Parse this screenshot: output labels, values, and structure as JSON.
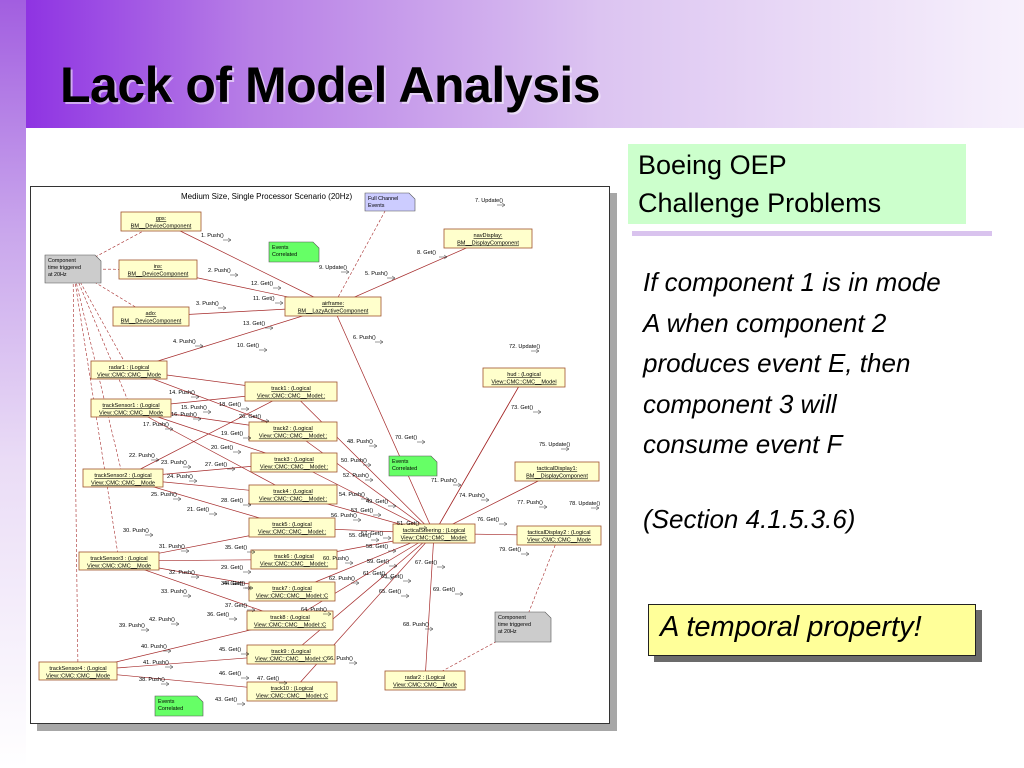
{
  "slide": {
    "title": "Lack of Model Analysis",
    "callout": {
      "line1": "Boeing OEP",
      "line2": "Challenge Problems"
    },
    "quote": [
      "If component 1 is in mode",
      "A when component 2",
      "produces event E, then",
      "component 3 will",
      "consume event F"
    ],
    "section_ref": "(Section 4.1.5.3.6)",
    "highlight": "A temporal property!"
  },
  "colors": {
    "accent": "#8a2be2",
    "callout_bg": "#ccffcc",
    "highlight_bg": "#ffff99",
    "box_fill": "#ffffcc",
    "box_border": "#a0522d",
    "link": "#a52a2a",
    "note_green": "#66ff66",
    "note_blue": "#ccccff",
    "note_gray": "#cccccc"
  },
  "diagram": {
    "title": "Medium Size, Single Processor Scenario (20Hz)",
    "components": [
      {
        "name": "gps",
        "l1": "gps:",
        "l2": "BM__DeviceComponent"
      },
      {
        "name": "ins",
        "l1": "ins:",
        "l2": "BM__DeviceComponent"
      },
      {
        "name": "ado",
        "l1": "ado:",
        "l2": "BM__DeviceComponent"
      },
      {
        "name": "airframe",
        "l1": "airframe:",
        "l2": "BM__LazyActiveComponent"
      },
      {
        "name": "navdisplay",
        "l1": "navDisplay:",
        "l2": "BM__DisplayComponent"
      },
      {
        "name": "radar1",
        "l1": "radar1 : (Logical",
        "l2": "View::CMC::CMC__Mode"
      },
      {
        "name": "tracksensor1",
        "l1": "trackSensor1 : (Logical",
        "l2": "View::CMC::CMC__Mode"
      },
      {
        "name": "tracksensor2",
        "l1": "trackSensor2 : (Logical",
        "l2": "View::CMC::CMC__Mode"
      },
      {
        "name": "tracksensor3",
        "l1": "trackSensor3 : (Logical",
        "l2": "View::CMC::CMC__Mode"
      },
      {
        "name": "tracksensor4",
        "l1": "trackSensor4 : (Logical",
        "l2": "View::CMC::CMC__Mode"
      },
      {
        "name": "track1",
        "l1": "track1 : (Logical",
        "l2": "View::CMC::CMC__Model::"
      },
      {
        "name": "track2",
        "l1": "track2 : (Logical",
        "l2": "View::CMC::CMC__Model::"
      },
      {
        "name": "track3",
        "l1": "track3 : (Logical",
        "l2": "View::CMC::CMC__Model::"
      },
      {
        "name": "track4",
        "l1": "track4 : (Logical",
        "l2": "View::CMC::CMC__Model::"
      },
      {
        "name": "track5",
        "l1": "track5 : (Logical",
        "l2": "View::CMC::CMC__Model::"
      },
      {
        "name": "track6",
        "l1": "track6 : (Logical",
        "l2": "View::CMC::CMC__Model::"
      },
      {
        "name": "track7",
        "l1": "track7 : (Logical",
        "l2": "View::CMC::CMC__Model::C"
      },
      {
        "name": "track8",
        "l1": "track8 : (Logical",
        "l2": "View::CMC::CMC__Model::C"
      },
      {
        "name": "track9",
        "l1": "track9 : (Logical",
        "l2": "View::CMC::CMC__Model::C"
      },
      {
        "name": "track10",
        "l1": "track10 : (Logical",
        "l2": "View::CMC::CMC__Model::C"
      },
      {
        "name": "tacticalsteering",
        "l1": "tacticalSteering : (Logical",
        "l2": "View::CMC::CMC__Model:"
      },
      {
        "name": "hud",
        "l1": "hud : (Logical",
        "l2": "View::CMC::CMC__Model"
      },
      {
        "name": "tacticaldisplay1",
        "l1": "tacticalDisplay1:",
        "l2": "BM__DisplayComponent"
      },
      {
        "name": "tacticaldisplay2",
        "l1": "tacticalDisplay2 : (Logical",
        "l2": "View::CMC::CMC__Mode"
      },
      {
        "name": "radar2",
        "l1": "radar2 : (Logical",
        "l2": "View::CMC::CMC__Mode"
      }
    ],
    "notes": [
      {
        "name": "full-channel",
        "l1": "Full Channel",
        "l2": "Events",
        "l3": ""
      },
      {
        "name": "events-correlated-1",
        "l1": "Events",
        "l2": "Correlated",
        "l3": ""
      },
      {
        "name": "events-correlated-2",
        "l1": "Events",
        "l2": "Correlated",
        "l3": ""
      },
      {
        "name": "events-correlated-3",
        "l1": "Events",
        "l2": "Correlated",
        "l3": ""
      },
      {
        "name": "component-triggered-1",
        "l1": "Component",
        "l2": "time triggered",
        "l3": "at 20Hz"
      },
      {
        "name": "component-triggered-2",
        "l1": "Component",
        "l2": "time triggered",
        "l3": "at 20Hz"
      }
    ],
    "messages": [
      "1. Push()",
      "2. Push()",
      "3. Push()",
      "4. Push()",
      "5. Push()",
      "6. Push()",
      "7. Update()",
      "8. Get()",
      "9. Update()",
      "10. Get()",
      "11. Get()",
      "12. Get()",
      "13. Get()",
      "14. Push()",
      "15. Push()",
      "16. Push()",
      "17. Push()",
      "18. Get()",
      "19. Get()",
      "20. Get()",
      "21. Get()",
      "22. Push()",
      "23. Push()",
      "24. Push()",
      "25. Push()",
      "26. Get()",
      "27. Get()",
      "28. Get()",
      "29. Get()",
      "30. Push()",
      "31. Push()",
      "32. Push()",
      "33. Push()",
      "34. Get()",
      "35. Get()",
      "36. Get()",
      "37. Get()",
      "38. Push()",
      "39. Push()",
      "40. Push()",
      "41. Push()",
      "42. Push()",
      "43. Get()",
      "44. Get()",
      "45. Get()",
      "46. Get()",
      "47. Get()",
      "48. Push()",
      "49. Get()",
      "50. Push()",
      "51. Get()",
      "52. Push()",
      "53. Get()",
      "54. Push()",
      "55. Get()",
      "56. Push()",
      "57. Get()",
      "58. Get()",
      "59. Get()",
      "60. Push()",
      "61. Get()",
      "62. Push()",
      "63. Get()",
      "64. Push()",
      "65. Get()",
      "66. Push()",
      "67. Get()",
      "68. Push()",
      "69. Get()",
      "70. Get()",
      "71. Push()",
      "72. Update()",
      "73. Get()",
      "74. Push()",
      "75. Update()",
      "76. Get()",
      "77. Push()",
      "78. Update()",
      "79. Get()"
    ]
  }
}
